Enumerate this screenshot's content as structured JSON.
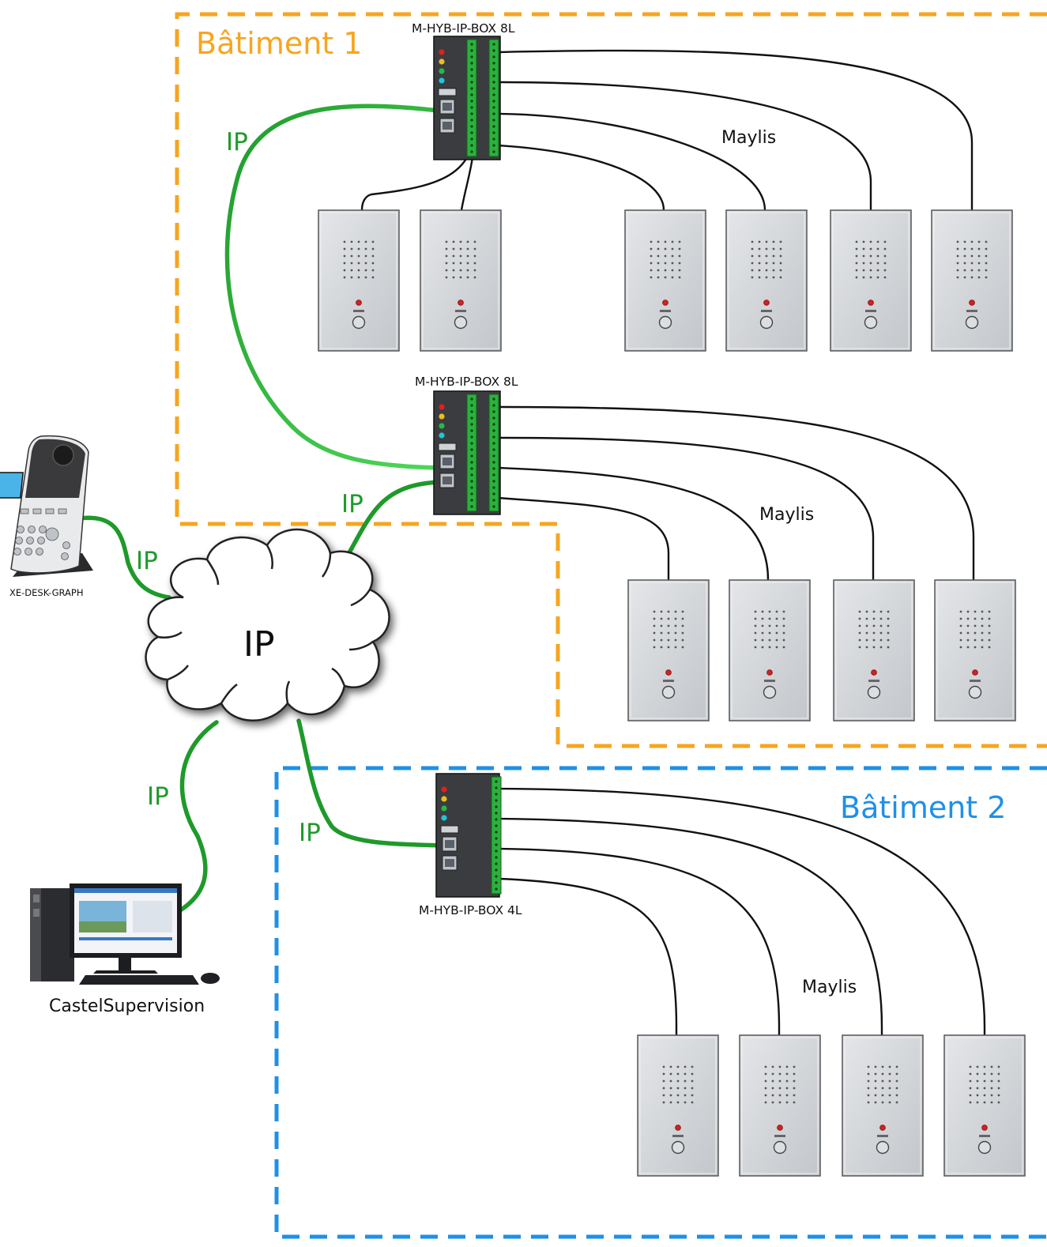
{
  "title": "",
  "buildings": [
    {
      "label": "Bâtiment 1",
      "color": "#f7a51f"
    },
    {
      "label": "Bâtiment 2",
      "color": "#1e90e8"
    }
  ],
  "boxes": [
    {
      "label": "M-HYB-IP-BOX 8L",
      "ports": 8
    },
    {
      "label": "M-HYB-IP-BOX 8L",
      "ports": 8
    },
    {
      "label": "M-HYB-IP-BOX 4L",
      "ports": 4
    }
  ],
  "cloud": {
    "label": "IP"
  },
  "link_label": "IP",
  "devices": {
    "desk_phone": {
      "label": "XE-DESK-GRAPH"
    },
    "pc": {
      "label": "CastelSupervision"
    }
  },
  "line_label": "Maylis",
  "colors": {
    "ip_link": "#1e9a2a",
    "ip_link_light": "#3fcf4a",
    "cable": "#111111",
    "panel": "#d4d6d9"
  }
}
